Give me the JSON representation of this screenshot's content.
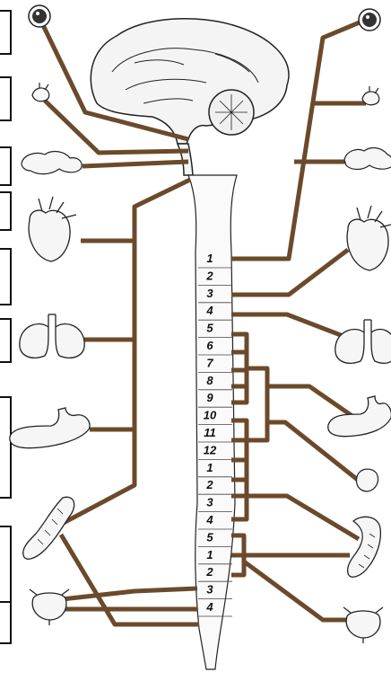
{
  "colors": {
    "nerve": "#6b4a2b",
    "outline": "#222222",
    "organ_fill": "#f6f6f6",
    "label_box": "#111111"
  },
  "spinal_segments": {
    "cervical": [
      "1",
      "2",
      "3",
      "4",
      "5",
      "6",
      "7",
      "8"
    ],
    "thoracic": [
      "9",
      "10",
      "11",
      "12"
    ],
    "lumbar": [
      "1",
      "2",
      "3",
      "4",
      "5"
    ],
    "sacral": [
      "1",
      "2",
      "3",
      "4"
    ]
  },
  "organs_left": [
    "eye-icon",
    "salivary-gland-icon",
    "lacrimal-gland-icon",
    "heart-icon",
    "lungs-icon",
    "stomach-icon",
    "intestine-icon",
    "bladder-icon"
  ],
  "organs_right": [
    "eye-icon",
    "salivary-gland-icon",
    "lacrimal-gland-icon",
    "heart-icon",
    "lungs-icon",
    "stomach-icon",
    "intestine-icon",
    "intestine-lower-icon",
    "bladder-icon"
  ]
}
